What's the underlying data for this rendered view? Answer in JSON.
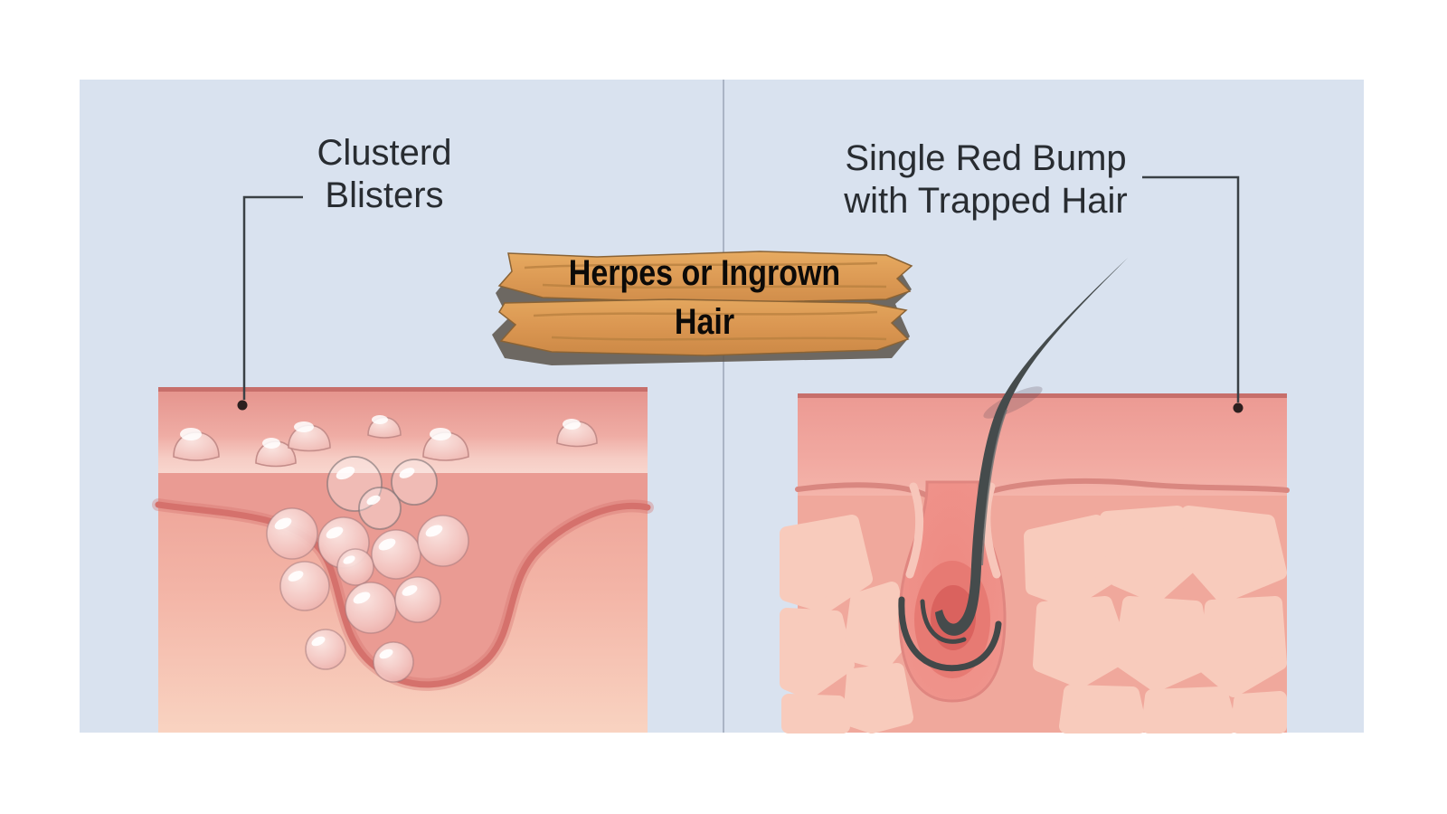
{
  "diagram": {
    "title_sign": {
      "line1": "Herpes or Ingrown",
      "line2": "Hair"
    },
    "left_panel": {
      "label_line1": "Clusterd",
      "label_line2": "Blisters",
      "depicts": "skin cross-section with clustered translucent blisters"
    },
    "right_panel": {
      "label_line1": "Single Red Bump",
      "label_line2": "with Trapped Hair",
      "depicts": "skin cross-section with curved hair trapped in an inflamed follicle"
    },
    "colors": {
      "page_bg": "#ffffff",
      "panel_bg": "#d9e2ef",
      "divider": "#aab4c5",
      "label_text": "#282c31",
      "leader_line": "#3a4045",
      "skin_top": "#e5948d",
      "skin_light_band": "#f7d3cb",
      "dermis_dip": "#d5716c",
      "dermis_pocket": "#ea9b93",
      "dermis_low": "#f9d3c1",
      "cell_fill": "#f8cbbc",
      "cell_base": "#f0a89c",
      "follicle_core": "#da625e",
      "hair": "#454b4c",
      "wood_base": "#dd9b55",
      "wood_streak": "#b98140",
      "wood_shadow": "#5d574e",
      "sign_text": "#0c0a08"
    }
  }
}
